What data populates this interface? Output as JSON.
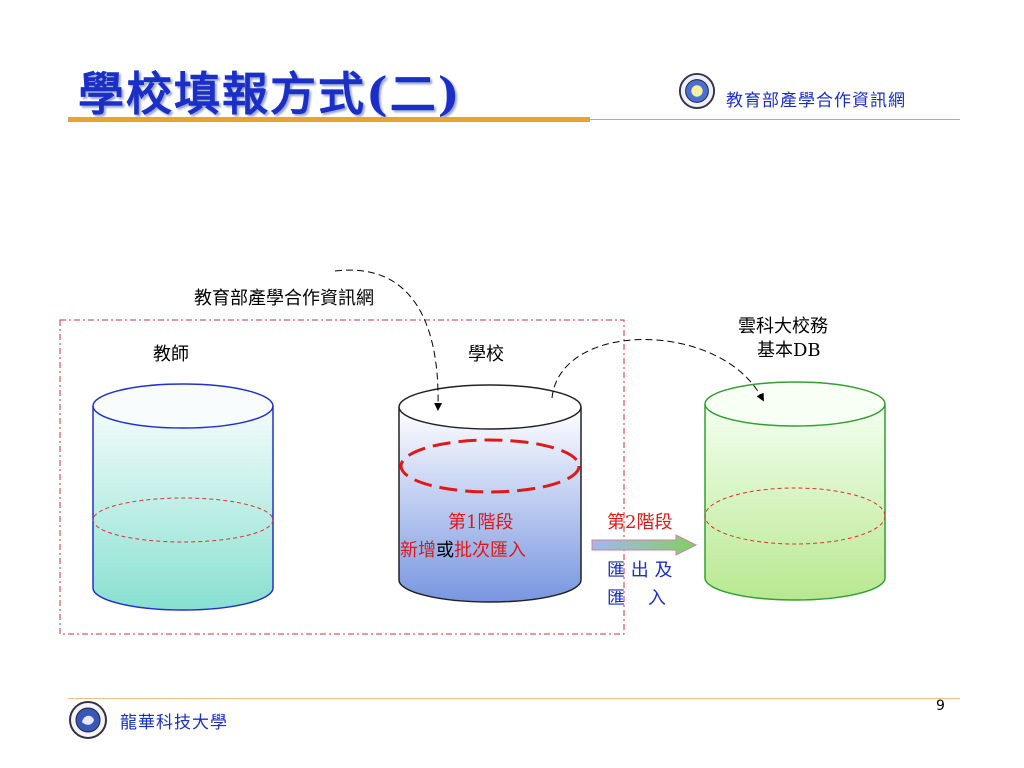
{
  "slide": {
    "title": "學校填報方式(二)",
    "header_org": "教育部產學合作資訊網",
    "footer_org": "龍華科技大學",
    "page_number": "9"
  },
  "diagram": {
    "top_label": "教育部產學合作資訊網",
    "teacher_label": "教師",
    "school_label": "學校",
    "db_label_line1": "雲科大校務",
    "db_label_line2": "基本DB",
    "stage1_title": "第1階段",
    "stage1_part1": "新增",
    "stage1_or": "或",
    "stage1_part2": "批次匯入",
    "stage2_title": "第2階段",
    "stage2_line1": "匯 出 及",
    "stage2_line2": "匯    入"
  },
  "colors": {
    "title_blue": "#1a2fc8",
    "accent_orange": "#f0a030",
    "stage_red": "#e01818"
  }
}
